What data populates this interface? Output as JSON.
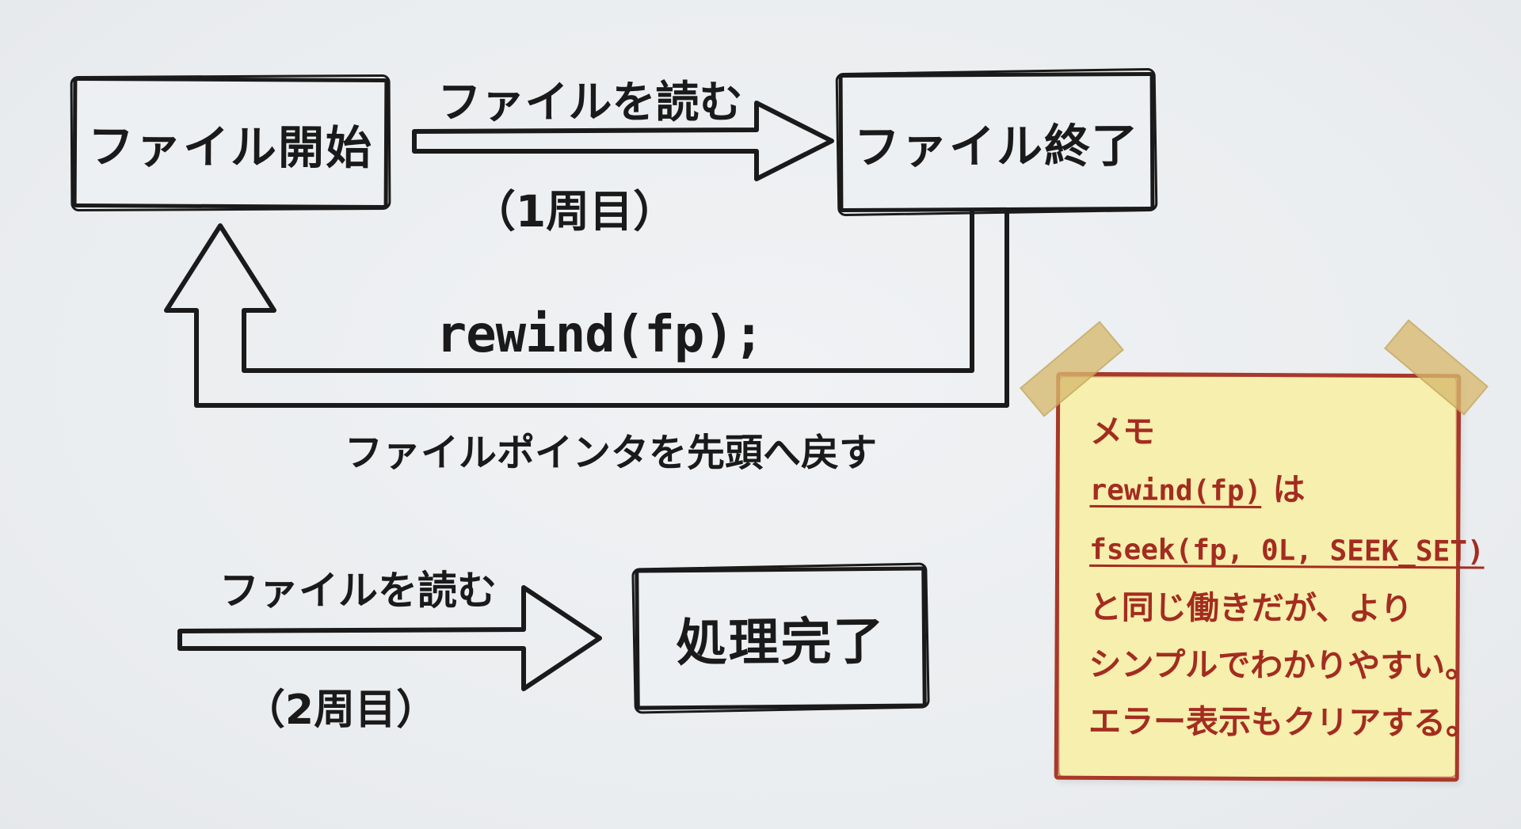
{
  "diagram": {
    "boxes": {
      "start": "ファイル開始",
      "end": "ファイル終了",
      "done": "処理完了"
    },
    "arrows": {
      "read_first": {
        "label": "ファイルを読む",
        "sublabel": "（1周目）"
      },
      "rewind": {
        "code": "rewind(fp);",
        "caption": "ファイルポインタを先頭へ戻す"
      },
      "read_second": {
        "label": "ファイルを読む",
        "sublabel": "（2周目）"
      }
    },
    "note": {
      "title": "メモ",
      "line1_code": "rewind(fp)",
      "line1_rest": " は",
      "line2_code": "fseek(fp, 0L, SEEK_SET)",
      "line3": "と同じ働きだが、より",
      "line4": "シンプルでわかりやすい。",
      "line5": "エラー表示もクリアする。"
    },
    "colors": {
      "ink": "#1a1a1a",
      "background": "#edf0f2",
      "note_paper": "#f6efad",
      "note_border": "#a8392b",
      "note_text": "#a32c20",
      "tape": "#d7b96e"
    }
  }
}
